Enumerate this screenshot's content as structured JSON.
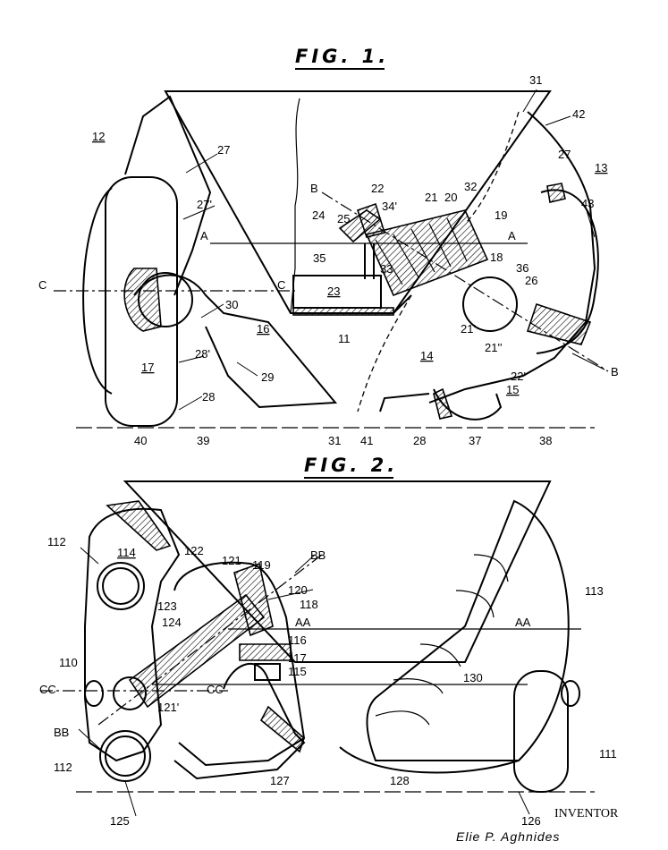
{
  "figures": [
    {
      "title": "FIG. 1.",
      "labels": {
        "l12": "12",
        "l13": "13",
        "l14": "14",
        "l15": "15",
        "l16": "16",
        "l17": "17",
        "l11": "11",
        "l18": "18",
        "l19": "19",
        "l20": "20",
        "l21": "21",
        "l22": "22",
        "l22p": "22'",
        "l23": "23",
        "l24": "24",
        "l25": "25",
        "l26": "26",
        "l27a": "27",
        "l27b": "27",
        "l27p": "27'",
        "l28a": "28",
        "l28b": "28",
        "l28p": "28'",
        "l29": "29",
        "l30": "30",
        "l31a": "31",
        "l31b": "31",
        "l32": "32",
        "l33": "33",
        "l34": "34'",
        "l35": "35",
        "l36": "36",
        "l37": "37",
        "l38": "38",
        "l39": "39",
        "l40": "40",
        "l41": "41",
        "l42": "42",
        "l43": "43",
        "l21p": "21'",
        "l21pp": "21''",
        "A1": "A",
        "A2": "A",
        "B1": "B",
        "B2": "B",
        "C1": "C",
        "C2": "C"
      }
    },
    {
      "title": "FIG. 2.",
      "labels": {
        "l110": "110",
        "l111": "111",
        "l112a": "112",
        "l112b": "112",
        "l113": "113",
        "l114": "114",
        "l115": "115",
        "l116": "116",
        "l117": "117",
        "l118": "118",
        "l119": "119",
        "l120": "120",
        "l121": "121",
        "l121p": "121'",
        "l122": "122",
        "l123": "123",
        "l124": "124",
        "l125": "125",
        "l126": "126",
        "l127": "127",
        "l128": "128",
        "l130": "130",
        "AA1": "AA",
        "AA2": "AA",
        "BB1": "BB",
        "BB2": "BB",
        "CC1": "CC",
        "CC2": "CC"
      }
    }
  ],
  "inventor": {
    "title": "INVENTOR",
    "name": "Elie P. Aghnides"
  }
}
